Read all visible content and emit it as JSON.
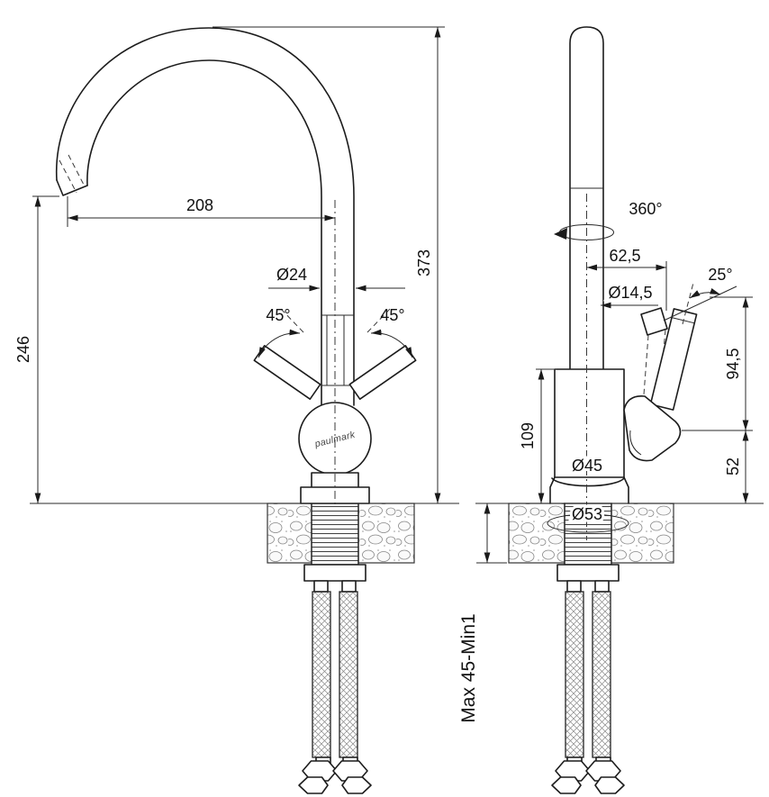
{
  "front": {
    "reach": "208",
    "height_spout": "246",
    "height_total": "373",
    "neck_dia": "Ø24",
    "angle_left": "45°",
    "angle_right": "45°",
    "logo": "paulmark"
  },
  "side": {
    "swivel": "360°",
    "offset": "62,5",
    "tilt": "25°",
    "lever_dia": "Ø14,5",
    "handle_h": "94,5",
    "body_h": "109",
    "base_dia": "Ø45",
    "base_h": "52",
    "hole_dia": "Ø53",
    "mount": "Max 45-Min1"
  }
}
